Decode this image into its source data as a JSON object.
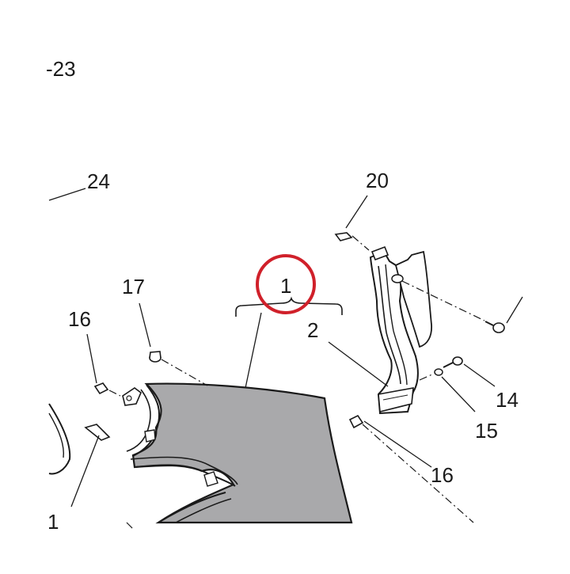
{
  "diagram": {
    "callouts": [
      {
        "id": "c23",
        "text": "-23"
      },
      {
        "id": "c24",
        "text": "24"
      },
      {
        "id": "c20",
        "text": "20"
      },
      {
        "id": "c17",
        "text": "17"
      },
      {
        "id": "c1",
        "text": "1"
      },
      {
        "id": "c16a",
        "text": "16"
      },
      {
        "id": "c2",
        "text": "2"
      },
      {
        "id": "c14",
        "text": "14"
      },
      {
        "id": "c15",
        "text": "15"
      },
      {
        "id": "c16b",
        "text": "16"
      },
      {
        "id": "c1b",
        "text": "1"
      }
    ],
    "highlight": {
      "color": "#d0202a",
      "target": "c1"
    },
    "panel_fill": "#a9a9ab"
  }
}
